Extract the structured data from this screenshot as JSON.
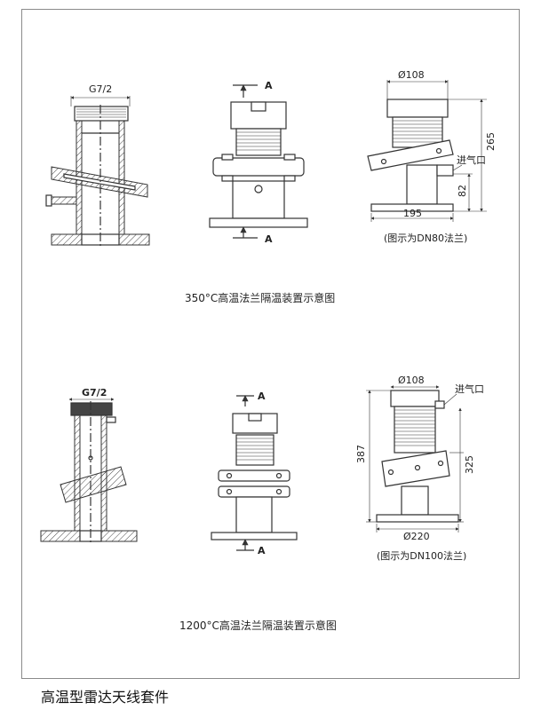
{
  "footer": {
    "title": "高温型雷达天线套件"
  },
  "section_350": {
    "caption": "350°C高温法兰隔温装置示意图",
    "thread_label": "G7/2",
    "section_mark_a": "A",
    "dia_top": "Ø108",
    "height_total": "265",
    "inlet_label": "进气口",
    "height_lower": "82",
    "width_base": "195",
    "note": "(图示为DN80法兰)"
  },
  "section_1200": {
    "caption": "1200°C高温法兰隔温装置示意图",
    "thread_label": "G7/2",
    "section_mark_a": "A",
    "dia_top": "Ø108",
    "inlet_label": "进气口",
    "height_total": "387",
    "height_inner": "325",
    "dia_base": "Ø220",
    "note": "(图示为DN100法兰)"
  },
  "colors": {
    "line": "#333333",
    "frame": "#8a8a8a",
    "background": "#ffffff"
  }
}
